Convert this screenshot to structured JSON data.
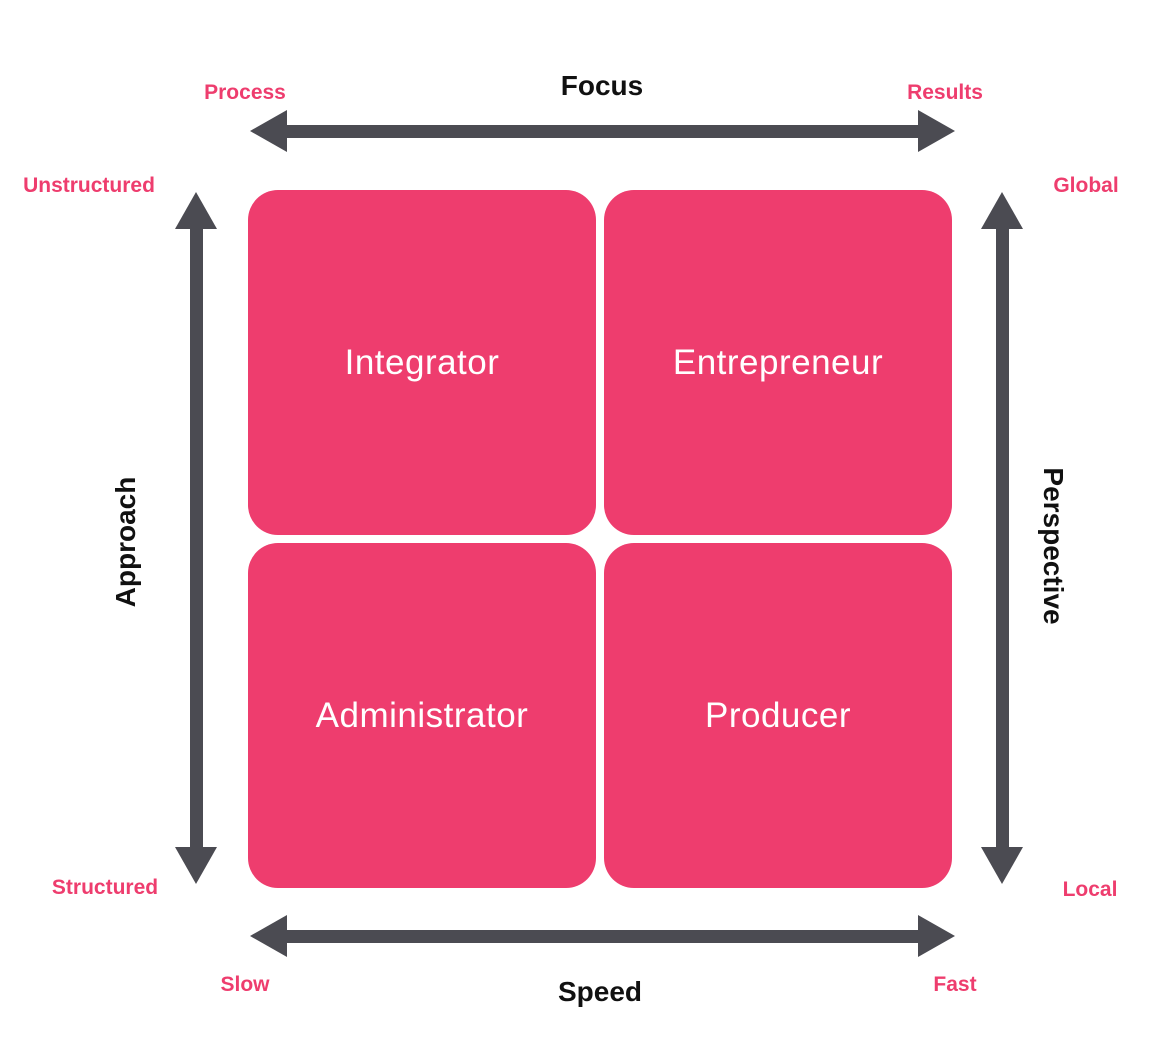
{
  "colors": {
    "quadrant": "#ee3d6e",
    "arrow": "#4b4b52",
    "axis_title": "#111111",
    "endpoint_label": "#ee3d6e",
    "background": "#ffffff",
    "quadrant_text": "#ffffff"
  },
  "axes": {
    "top": {
      "title": "Focus",
      "left_label": "Process",
      "right_label": "Results"
    },
    "bottom": {
      "title": "Speed",
      "left_label": "Slow",
      "right_label": "Fast"
    },
    "left": {
      "title": "Approach",
      "top_label": "Unstructured",
      "bottom_label": "Structured"
    },
    "right": {
      "title": "Perspective",
      "top_label": "Global",
      "bottom_label": "Local"
    }
  },
  "quadrants": {
    "top_left": "Integrator",
    "top_right": "Entrepreneur",
    "bottom_left": "Administrator",
    "bottom_right": "Producer"
  }
}
